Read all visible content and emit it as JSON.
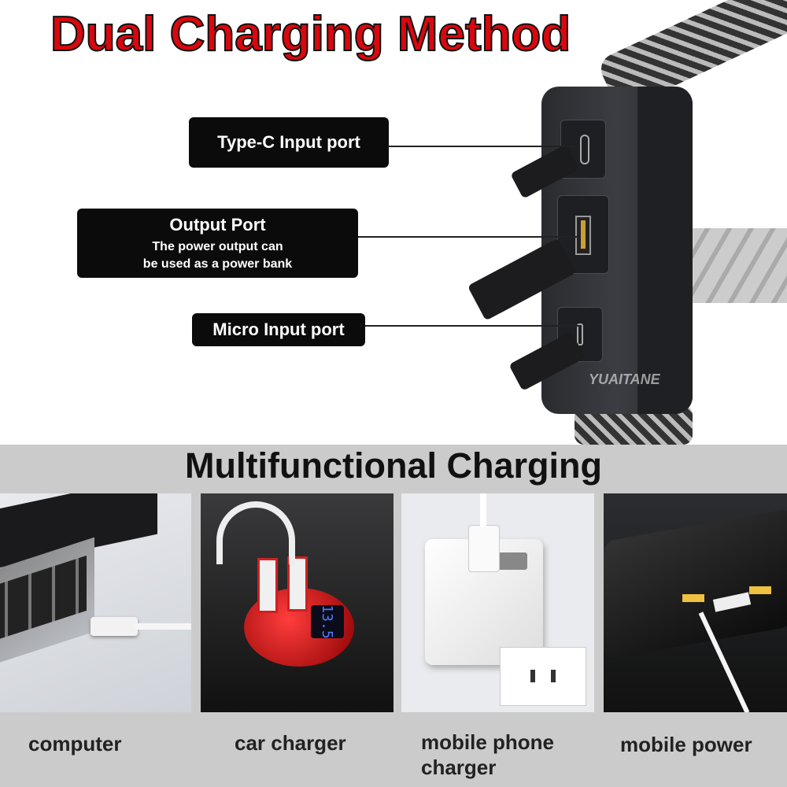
{
  "title": "Dual Charging Method",
  "labels": {
    "typec": "Type-C Input port",
    "output_title": "Output Port",
    "output_desc_1": "The power output can",
    "output_desc_2": "be used as a power bank",
    "micro": "Micro Input port"
  },
  "watermark": "YUAITANE",
  "subtitle": "Multifunctional Charging",
  "photos": [
    {
      "caption": "computer"
    },
    {
      "caption": "car charger",
      "display": "13.5"
    },
    {
      "caption_1": "mobile phone",
      "caption_2": "charger"
    },
    {
      "caption": "mobile power"
    }
  ],
  "colors": {
    "title": "#d8080e",
    "band": "#cbcbcb",
    "label_bg": "#0b0b0b"
  }
}
